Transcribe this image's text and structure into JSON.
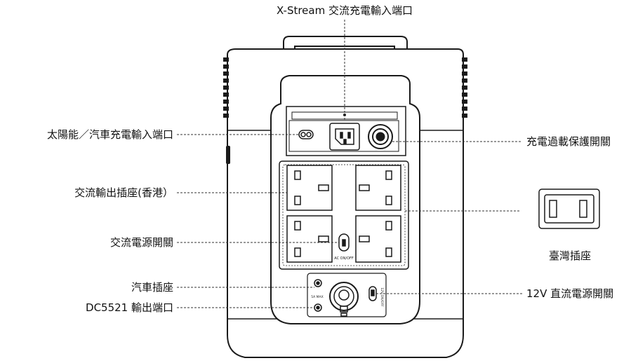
{
  "labels": {
    "top": "X-Stream 交流充電輸入端口",
    "solar_car_input": "太陽能／汽車充電輸入端口",
    "ac_outlet_hk": "交流輸出插座(香港）",
    "ac_power_switch": "交流電源開關",
    "car_socket": "汽車插座",
    "dc5521_output": "DC5521 輸出端口",
    "overload_protection_switch": "充電過載保護開關",
    "dc12v_switch": "12V 直流電源開關",
    "taiwan_socket": "臺灣插座"
  },
  "device_markings": {
    "ac_on_off": "AC ON/OFF",
    "dc_on_off": "12V ON/OFF",
    "max_5a": "5A MAX"
  },
  "colors": {
    "stroke": "#1a1a1a",
    "leader": "#333333"
  }
}
